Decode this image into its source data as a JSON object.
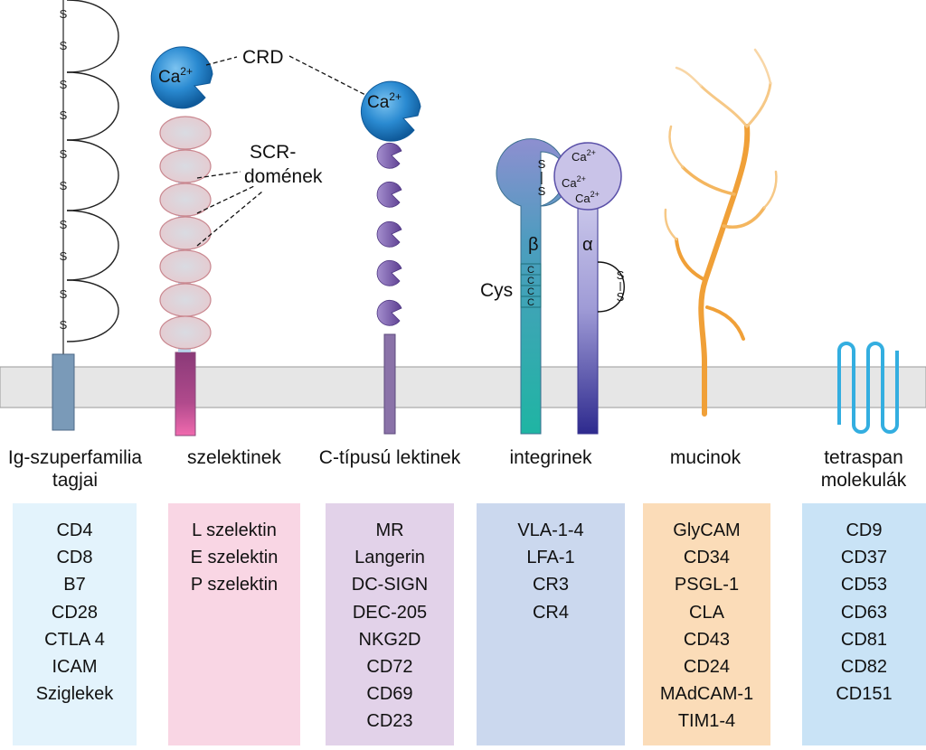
{
  "labels": {
    "crd": "CRD",
    "scr_line1": "SCR-",
    "scr_line2": "domének",
    "ca": "Ca",
    "ca_sup": "2+",
    "beta": "β",
    "alpha": "α",
    "cys": "Cys",
    "c": "C",
    "s": "S"
  },
  "categories": [
    {
      "title_lines": [
        "Ig-szuperfamilia",
        "tagjai"
      ],
      "members": [
        "CD4",
        "CD8",
        "B7",
        "CD28",
        "CTLA 4",
        "ICAM",
        "Sziglekek"
      ],
      "color": "#e3f3fc"
    },
    {
      "title_lines": [
        "szelektinek"
      ],
      "members": [
        "L szelektin",
        "E szelektin",
        "P szelektin"
      ],
      "color": "#f9d6e4"
    },
    {
      "title_lines": [
        "C-típusú lektinek"
      ],
      "members": [
        "MR",
        "Langerin",
        "DC-SIGN",
        "DEC-205",
        "NKG2D",
        "CD72",
        "CD69",
        "CD23"
      ],
      "color": "#e2d2e9"
    },
    {
      "title_lines": [
        "integrinek"
      ],
      "members": [
        "VLA-1-4",
        "LFA-1",
        "CR3",
        "CR4"
      ],
      "color": "#cbd8ee"
    },
    {
      "title_lines": [
        "mucinok"
      ],
      "members": [
        "GlyCAM",
        "CD34",
        "PSGL-1",
        "CLA",
        "CD43",
        "CD24",
        "MAdCAM-1",
        "TIM1-4"
      ],
      "color": "#fbdcb8"
    },
    {
      "title_lines": [
        "tetraspan",
        "molekulák"
      ],
      "members": [
        "CD9",
        "CD37",
        "CD53",
        "CD63",
        "CD81",
        "CD82",
        "CD151"
      ],
      "color": "#c9e3f6"
    }
  ],
  "colors": {
    "membrane": "#e6e6e6",
    "ca_blue": "#1f7fc6",
    "scr_pink": "#e9cfd3",
    "lectin_purple": "#7a5aa8",
    "integrin_teal": "#2e9d96",
    "integrin_purple": "#7c6fb8",
    "mucin_orange": "#f0a038",
    "tetraspan_blue": "#33aee0"
  }
}
